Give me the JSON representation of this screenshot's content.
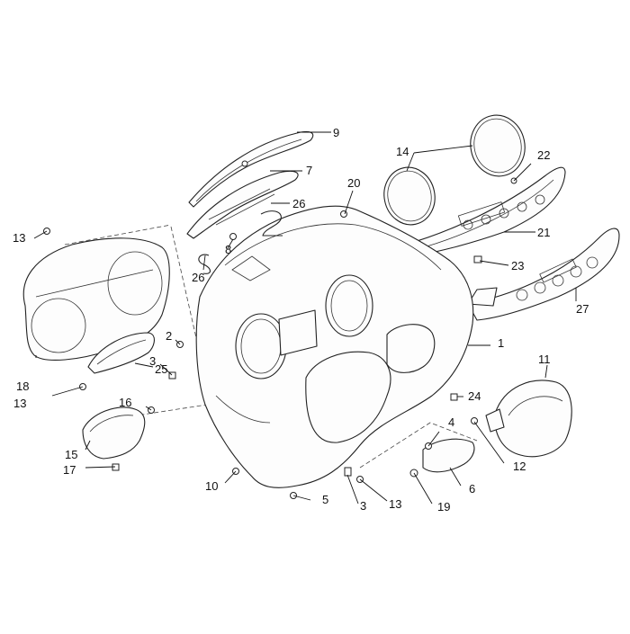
{
  "diagram": {
    "callouts": [
      {
        "id": "c1",
        "text": "1"
      },
      {
        "id": "c2",
        "text": "2"
      },
      {
        "id": "c3a",
        "text": "3"
      },
      {
        "id": "c3b",
        "text": "3"
      },
      {
        "id": "c4",
        "text": "4"
      },
      {
        "id": "c5",
        "text": "5"
      },
      {
        "id": "c6",
        "text": "6"
      },
      {
        "id": "c7",
        "text": "7"
      },
      {
        "id": "c8",
        "text": "8"
      },
      {
        "id": "c9",
        "text": "9"
      },
      {
        "id": "c10",
        "text": "10"
      },
      {
        "id": "c11",
        "text": "11"
      },
      {
        "id": "c12",
        "text": "12"
      },
      {
        "id": "c13a",
        "text": "13"
      },
      {
        "id": "c13b",
        "text": "13"
      },
      {
        "id": "c13c",
        "text": "13"
      },
      {
        "id": "c14",
        "text": "14"
      },
      {
        "id": "c15",
        "text": "15"
      },
      {
        "id": "c16",
        "text": "16"
      },
      {
        "id": "c17",
        "text": "17"
      },
      {
        "id": "c18",
        "text": "18"
      },
      {
        "id": "c19",
        "text": "19"
      },
      {
        "id": "c20",
        "text": "20"
      },
      {
        "id": "c21",
        "text": "21"
      },
      {
        "id": "c22",
        "text": "22"
      },
      {
        "id": "c23",
        "text": "23"
      },
      {
        "id": "c24",
        "text": "24"
      },
      {
        "id": "c25",
        "text": "25"
      },
      {
        "id": "c26a",
        "text": "26"
      },
      {
        "id": "c26b",
        "text": "26"
      },
      {
        "id": "c27",
        "text": "27"
      }
    ]
  }
}
